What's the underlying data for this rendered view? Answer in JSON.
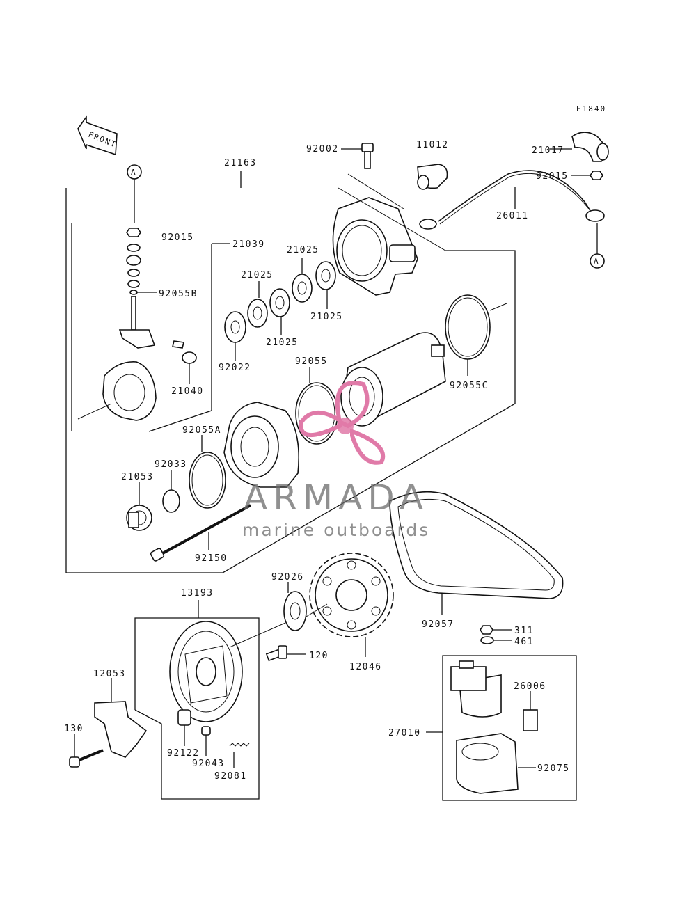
{
  "diagram_code": "E1840",
  "front_label": "FRONT",
  "ref_marker": "A",
  "labels": {
    "p92002": "92002",
    "p11012": "11012",
    "p21017": "21017",
    "p92015_top": "92015",
    "p26011": "26011",
    "p21163": "21163",
    "p92015_left": "92015",
    "p21039": "21039",
    "p21025_a": "21025",
    "p21025_b": "21025",
    "p21025_c": "21025",
    "p21025_d": "21025",
    "p92055B": "92055B",
    "p92022": "92022",
    "p92055": "92055",
    "p92055C": "92055C",
    "p21040": "21040",
    "p92055A": "92055A",
    "p92033": "92033",
    "p21053": "21053",
    "p92150": "92150",
    "p92026": "92026",
    "p13193": "13193",
    "p92057": "92057",
    "p311": "311",
    "p461": "461",
    "p120": "120",
    "p12046": "12046",
    "p12053": "12053",
    "p26006": "26006",
    "p130": "130",
    "p27010": "27010",
    "p92122": "92122",
    "p92043": "92043",
    "p92075": "92075",
    "p92081": "92081"
  },
  "watermark": {
    "title": "ARMADA",
    "subtitle": "marine outboards",
    "color": "#e07aa8"
  }
}
